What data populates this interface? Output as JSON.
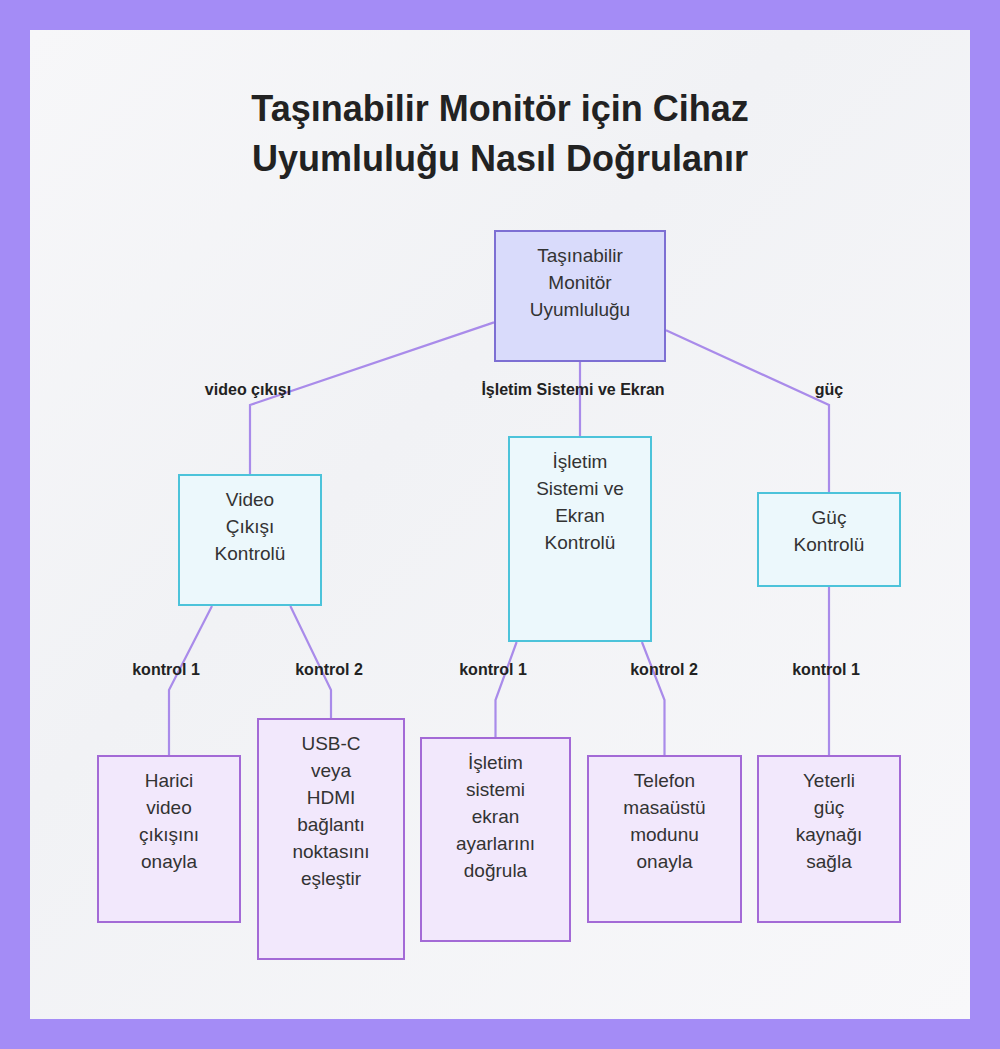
{
  "diagram": {
    "title": "Taşınabilir Monitör için Cihaz Uyumluluğu Nasıl Doğrulanır",
    "nodes": [
      {
        "text": [
          "Taşınabilir Monitör Uyumluluğu"
        ]
      },
      {
        "text": [
          "Video Çıkışı Kontrolü"
        ]
      },
      {
        "text": [
          "İşletim Sistemi ve Ekran Kontrolü"
        ]
      },
      {
        "text": [
          "Güç Kontrolü"
        ]
      },
      {
        "text": [
          "Harici video çıkışını onayla"
        ]
      },
      {
        "text": [
          "USB-C veya HDMI bağlantı noktasını eşleştir"
        ]
      },
      {
        "text": [
          "İşletim sistemi ekran ayarlarını doğrula"
        ]
      },
      {
        "text": [
          "Telefon masaüstü modunu onayla"
        ]
      },
      {
        "text": [
          "Yeterli güç kaynağı sağla"
        ]
      }
    ],
    "edges": [
      {
        "from": 0,
        "to": 1,
        "label": "video çıkışı",
        "arrow": "none"
      },
      {
        "from": 0,
        "to": 2,
        "label": "İşletim Sistemi ve Ekran",
        "arrow": "none"
      },
      {
        "from": 0,
        "to": 3,
        "label": "güç",
        "arrow": "none"
      },
      {
        "from": 1,
        "to": 4,
        "label": "kontrol 1",
        "arrow": "none"
      },
      {
        "from": 1,
        "to": 5,
        "label": "kontrol 2",
        "arrow": "none"
      },
      {
        "from": 2,
        "to": 6,
        "label": "kontrol 1",
        "arrow": "none"
      },
      {
        "from": 2,
        "to": 7,
        "label": "kontrol 2",
        "arrow": "none"
      },
      {
        "from": 3,
        "to": 8,
        "label": "kontrol 1",
        "arrow": "none"
      }
    ]
  }
}
